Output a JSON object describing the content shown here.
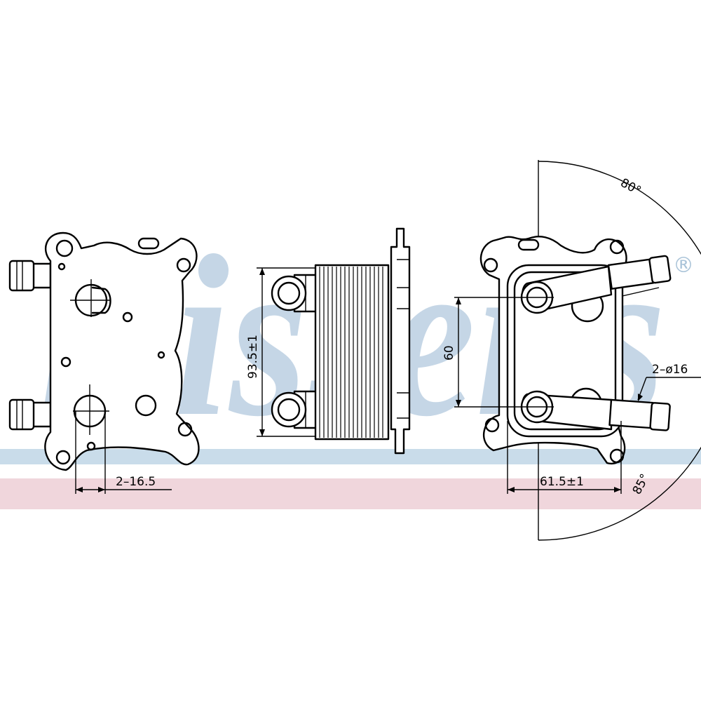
{
  "brand": {
    "watermark_text": "Nissens",
    "registered_mark": "®",
    "watermark_color": "#a9c3d8",
    "band_blue": "#c9dcea",
    "band_pink": "#f0d6dc"
  },
  "dimensions": {
    "port_offset": "2–16.5",
    "height": "93.5±1",
    "port_spacing": "60",
    "width": "61.5±1",
    "port_diameter": "2–ø16",
    "angle_top": "80°",
    "angle_bottom": "85°"
  }
}
